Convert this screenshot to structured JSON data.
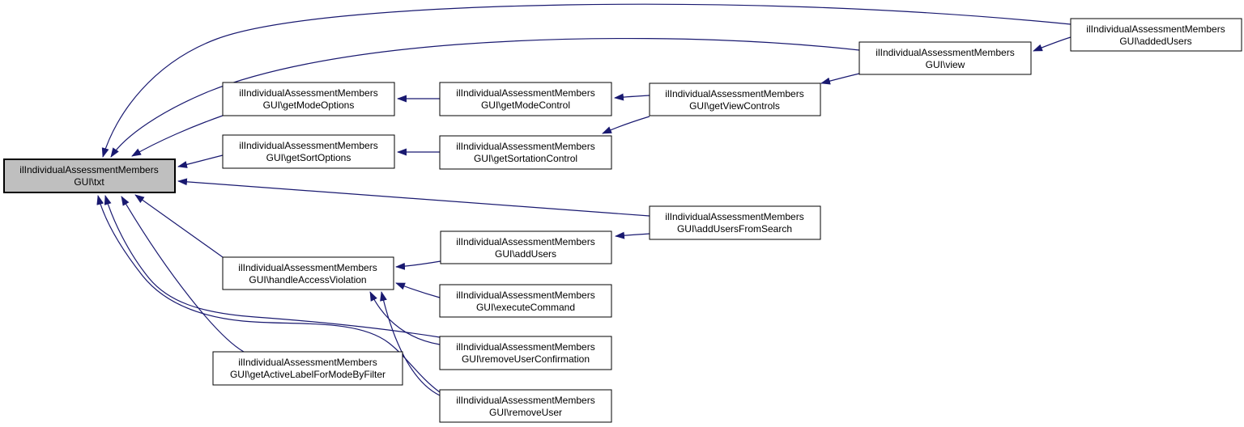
{
  "diagram": {
    "type": "caller-graph",
    "highlighted_node": "ilIndividualAssessmentMembersGUI\\txt",
    "colors": {
      "edge": "#191970",
      "node_fill": "#ffffff",
      "node_border": "#000000",
      "highlight_fill": "#bfbfbf"
    },
    "nodes": {
      "txt": {
        "line1": "ilIndividualAssessmentMembers",
        "line2": "GUI\\txt"
      },
      "getModeOptions": {
        "line1": "ilIndividualAssessmentMembers",
        "line2": "GUI\\getModeOptions"
      },
      "getSortOptions": {
        "line1": "ilIndividualAssessmentMembers",
        "line2": "GUI\\getSortOptions"
      },
      "getModeControl": {
        "line1": "ilIndividualAssessmentMembers",
        "line2": "GUI\\getModeControl"
      },
      "getSortationControl": {
        "line1": "ilIndividualAssessmentMembers",
        "line2": "GUI\\getSortationControl"
      },
      "getViewControls": {
        "line1": "ilIndividualAssessmentMembers",
        "line2": "GUI\\getViewControls"
      },
      "view": {
        "line1": "ilIndividualAssessmentMembers",
        "line2": "GUI\\view"
      },
      "addedUsers": {
        "line1": "ilIndividualAssessmentMembers",
        "line2": "GUI\\addedUsers"
      },
      "addUsersFromSearch": {
        "line1": "ilIndividualAssessmentMembers",
        "line2": "GUI\\addUsersFromSearch"
      },
      "addUsers": {
        "line1": "ilIndividualAssessmentMembers",
        "line2": "GUI\\addUsers"
      },
      "executeCommand": {
        "line1": "ilIndividualAssessmentMembers",
        "line2": "GUI\\executeCommand"
      },
      "handleAccessViolation": {
        "line1": "ilIndividualAssessmentMembers",
        "line2": "GUI\\handleAccessViolation"
      },
      "removeUserConfirmation": {
        "line1": "ilIndividualAssessmentMembers",
        "line2": "GUI\\removeUserConfirmation"
      },
      "removeUser": {
        "line1": "ilIndividualAssessmentMembers",
        "line2": "GUI\\removeUser"
      },
      "getActiveLabelForModeByFilter": {
        "line1": "ilIndividualAssessmentMembers",
        "line2": "GUI\\getActiveLabelForModeByFilter"
      }
    },
    "edges": [
      {
        "from": "getModeOptions",
        "to": "txt"
      },
      {
        "from": "getSortOptions",
        "to": "txt"
      },
      {
        "from": "view",
        "to": "txt"
      },
      {
        "from": "addedUsers",
        "to": "txt"
      },
      {
        "from": "addUsersFromSearch",
        "to": "txt"
      },
      {
        "from": "handleAccessViolation",
        "to": "txt"
      },
      {
        "from": "getActiveLabelForModeByFilter",
        "to": "txt"
      },
      {
        "from": "removeUserConfirmation",
        "to": "txt"
      },
      {
        "from": "removeUser",
        "to": "txt"
      },
      {
        "from": "getModeControl",
        "to": "getModeOptions"
      },
      {
        "from": "getSortationControl",
        "to": "getSortOptions"
      },
      {
        "from": "getViewControls",
        "to": "getModeControl"
      },
      {
        "from": "getViewControls",
        "to": "getSortationControl"
      },
      {
        "from": "view",
        "to": "getViewControls"
      },
      {
        "from": "addedUsers",
        "to": "view"
      },
      {
        "from": "addUsersFromSearch",
        "to": "addUsers"
      },
      {
        "from": "addUsers",
        "to": "handleAccessViolation"
      },
      {
        "from": "executeCommand",
        "to": "handleAccessViolation"
      },
      {
        "from": "removeUserConfirmation",
        "to": "handleAccessViolation"
      },
      {
        "from": "removeUser",
        "to": "handleAccessViolation"
      }
    ]
  }
}
